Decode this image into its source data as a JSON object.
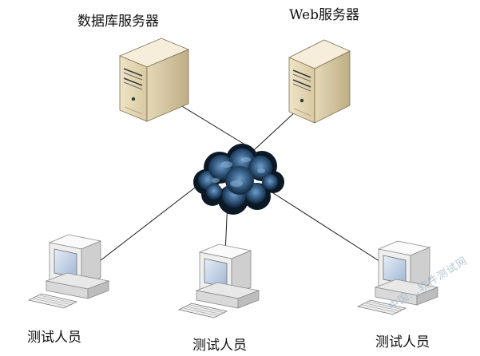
{
  "labels": {
    "db_server": "数据库服务器",
    "web_server": "Web服务器",
    "tester_1": "测试人员",
    "tester_2": "测试人员",
    "tester_3": "测试人员"
  },
  "watermark": "中国...软件测试网",
  "colors": {
    "server_light": "#f3ead3",
    "server_mid": "#ddd0ad",
    "server_dark": "#b9aa82",
    "cloud_dark": "#0d1d2e",
    "cloud_light": "#5d8bb8",
    "pc_body": "#f0f0f0",
    "pc_edge": "#8a8a8a",
    "screen": "#c7d6ea",
    "line": "#1a1a1a"
  }
}
